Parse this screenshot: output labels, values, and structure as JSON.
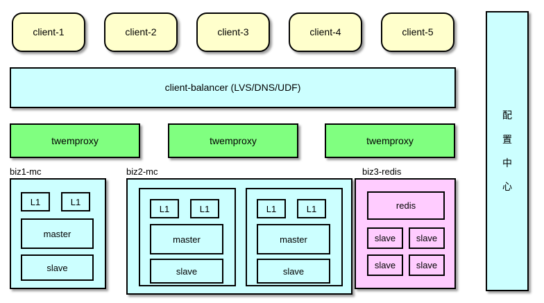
{
  "diagram": {
    "title": "cache-architecture-diagram",
    "colors": {
      "client_fill": "#FFFFCC",
      "cyan_fill": "#CCFFFF",
      "green_fill": "#80FF80",
      "pink_fill": "#FFCCFF",
      "border": "#000000"
    }
  },
  "clients": [
    {
      "label": "client-1"
    },
    {
      "label": "client-2"
    },
    {
      "label": "client-3"
    },
    {
      "label": "client-4"
    },
    {
      "label": "client-5"
    }
  ],
  "balancer": {
    "label": "client-balancer (LVS/DNS/UDF)"
  },
  "proxies": [
    {
      "label": "twemproxy"
    },
    {
      "label": "twemproxy"
    },
    {
      "label": "twemproxy"
    }
  ],
  "clusters": [
    {
      "id": "biz1-mc",
      "label": "biz1-mc",
      "groups": [
        {
          "l1": [
            "L1",
            "L1"
          ],
          "master": "master",
          "slave": "slave"
        }
      ]
    },
    {
      "id": "biz2-mc",
      "label": "biz2-mc",
      "groups": [
        {
          "l1": [
            "L1",
            "L1"
          ],
          "master": "master",
          "slave": "slave"
        },
        {
          "l1": [
            "L1",
            "L1"
          ],
          "master": "master",
          "slave": "slave"
        }
      ]
    },
    {
      "id": "biz3-redis",
      "label": "biz3-redis",
      "primary": "redis",
      "slaves": [
        "slave",
        "slave",
        "slave",
        "slave"
      ]
    }
  ],
  "config_center": {
    "chars": [
      "配",
      "置",
      "中",
      "心"
    ]
  }
}
